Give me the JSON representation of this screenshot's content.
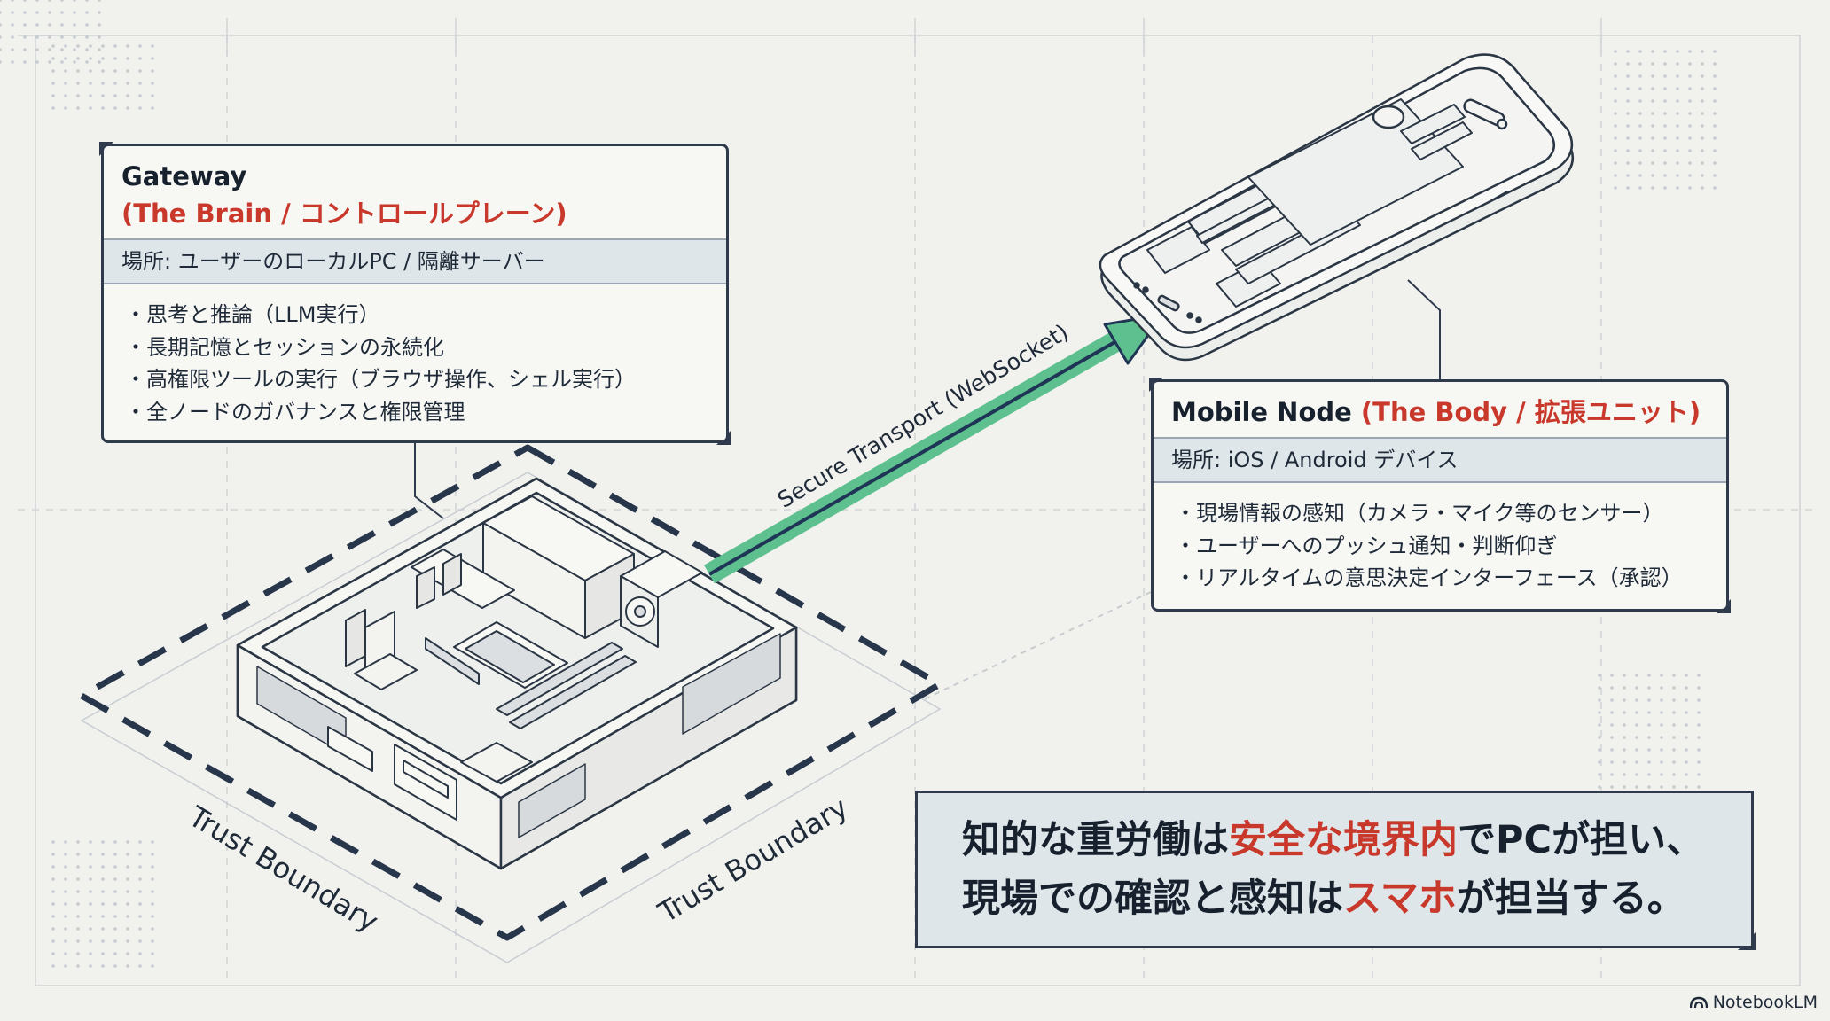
{
  "gateway": {
    "title": "Gateway",
    "subtitle": "(The Brain / コントロールプレーン)",
    "location": "場所: ユーザーのローカルPC / 隔離サーバー",
    "items": [
      "思考と推論（LLM実行）",
      "長期記憶とセッションの永続化",
      "高権限ツールの実行（ブラウザ操作、シェル実行）",
      "全ノードのガバナンスと権限管理"
    ]
  },
  "mobile": {
    "title": "Mobile Node",
    "subtitle": "(The Body / 拡張ユニット)",
    "location": "場所: iOS / Android デバイス",
    "items": [
      "現場情報の感知（カメラ・マイク等のセンサー）",
      "ユーザーへのプッシュ通知・判断仰ぎ",
      "リアルタイムの意思決定インターフェース（承認）"
    ]
  },
  "transport_label": "Secure Transport (WebSocket)",
  "trust_boundary_labels": [
    "Trust Boundary",
    "Trust Boundary"
  ],
  "summary": {
    "line1": {
      "before": "知的な重労働は",
      "highlight": "安全な境界内",
      "after": "でPCが担い、"
    },
    "line2": {
      "before": "現場での確認と感知は",
      "highlight": "スマホ",
      "after": "が担当する。"
    }
  },
  "brand": "NotebookLM",
  "colors": {
    "background": "#f1f1ee",
    "ink": "#2f3b4c",
    "accent_red": "#c8382b",
    "arrow_green": "#5fc08f",
    "arrow_navy": "#1f3556",
    "panel_tint": "#dfe6ea"
  },
  "icons": [
    "mini-pc-illustration",
    "smartphone-illustration",
    "arrow-icon",
    "notebooklm-logo-icon"
  ]
}
